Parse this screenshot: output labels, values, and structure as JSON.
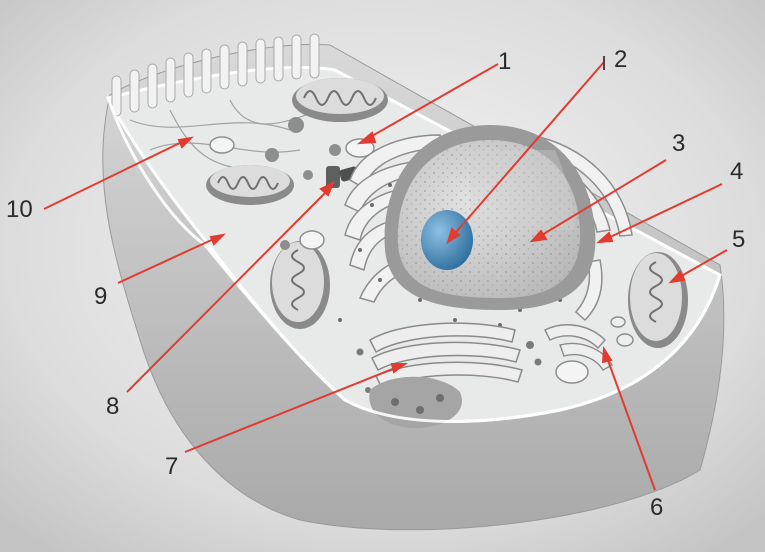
{
  "labels": [
    "1",
    "2",
    "3",
    "4",
    "5",
    "6",
    "7",
    "8",
    "9",
    "10"
  ],
  "colors": {
    "leader_line": "#e23b2f",
    "nucleolus": "#4a8fbf",
    "cell_body": "#c9c9c9",
    "cytoplasm": "#e4e6e6",
    "background": "#ffffff",
    "label_text": "#2a2a2a"
  }
}
